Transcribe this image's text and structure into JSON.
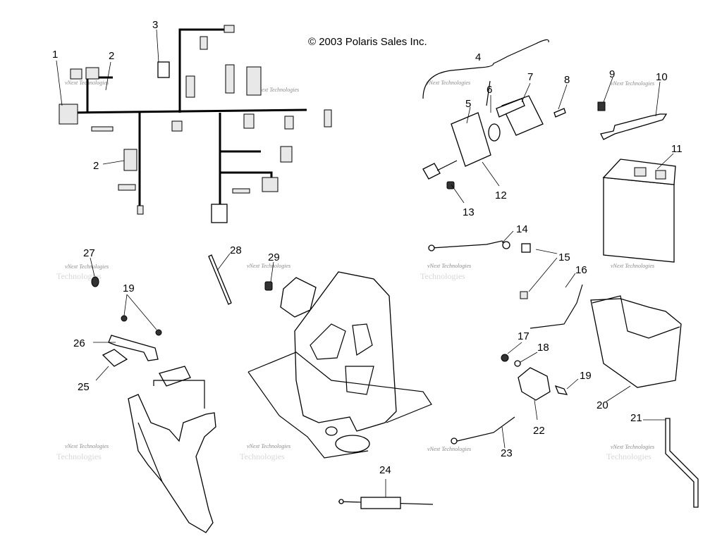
{
  "copyright": "© 2003 Polaris Sales Inc.",
  "watermark_line1": "vNext Technologies",
  "watermark_line2": "Technologies",
  "callouts": [
    "1",
    "2",
    "2",
    "3",
    "4",
    "5",
    "6",
    "7",
    "8",
    "9",
    "10",
    "11",
    "12",
    "13",
    "14",
    "15",
    "16",
    "17",
    "18",
    "19",
    "19",
    "20",
    "21",
    "22",
    "23",
    "24",
    "25",
    "26",
    "27",
    "28",
    "29"
  ]
}
